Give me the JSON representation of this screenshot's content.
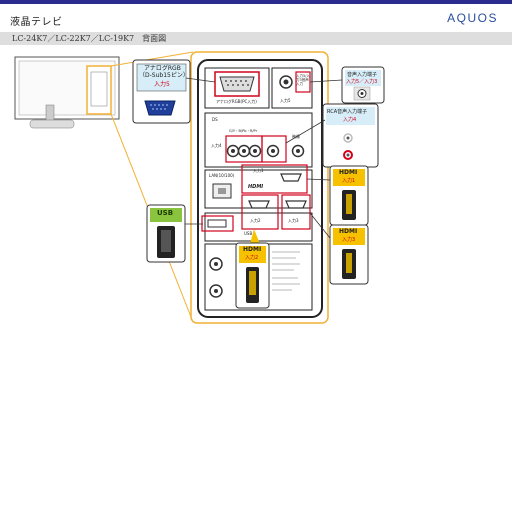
{
  "header": {
    "title": "液晶テレビ",
    "logo": "AQUOS",
    "model": "LC-24K7／LC-22K7／LC-19K7　背面図"
  },
  "callouts": {
    "analog_rgb": {
      "title1": "アナログRGB",
      "title2": "（D-Sub15ピン）",
      "input": "入力5"
    },
    "audio_in": {
      "title": "音声入力端子",
      "sub": "入力5／入力3"
    },
    "rca_audio": {
      "title": "RCA音声入力端子",
      "sub": "入力4"
    },
    "hdmi_input1": {
      "title": "HDMI",
      "sub": "入力1"
    },
    "hdmi_input3": {
      "title": "HDMI",
      "sub": "入力3"
    },
    "hdmi_input2": {
      "title": "HDMI",
      "sub": "入力2"
    },
    "usb": {
      "title": "USB"
    }
  },
  "panel": {
    "analog_rgb_label": "アナログRGB(PC入力)",
    "input5_label": "入力5",
    "input_audio_label": "入力5/入力3音声入力",
    "ds_label": "DS",
    "input4_label": "入力4",
    "video_label": "映像",
    "component_label": "G/Y・B/Pb・R/Pr",
    "lan_label": "LAN(10/100)",
    "input1_label": "入力1",
    "hdmi_logo": "HDMI",
    "input2_label": "入力2",
    "input3_label": "入力3",
    "usb_label": "USB"
  },
  "colors": {
    "accent_blue": "#2a2d8f",
    "callout_border": "#f2b134",
    "hdmi_yellow": "#f6c200",
    "usb_green": "#8ac33d",
    "highlight_red": "#d0021b",
    "vga_blue": "#1f3f9a"
  }
}
